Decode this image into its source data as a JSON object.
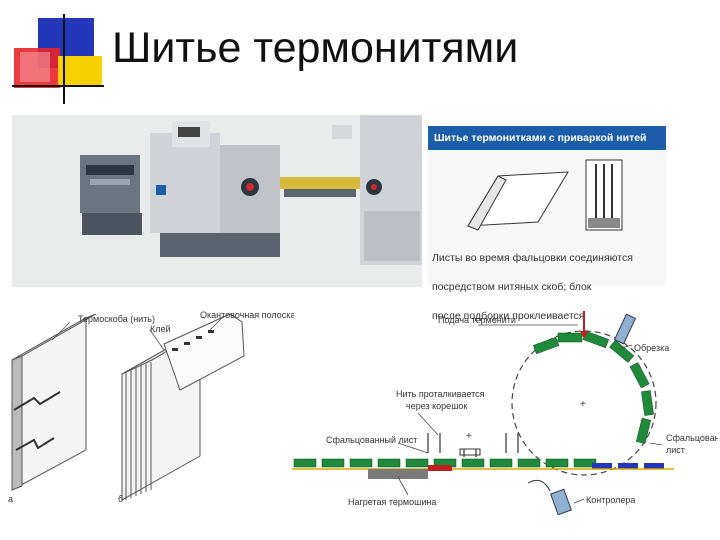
{
  "slide": {
    "title": "Шитье термонитями",
    "logo_colors": {
      "red": "#e8252a",
      "yellow": "#f6d200",
      "blue": "#2238b8"
    }
  },
  "photo": {
    "description_icon": "folding-stitching-machine-photo"
  },
  "info_panel": {
    "header": "Шитье термонитками с приваркой нитей",
    "caption_lines": [
      "Листы во время фальцовки соединяются",
      "посредством нитяных скоб; блок",
      "после подборки проклеивается"
    ]
  },
  "diagram_a": {
    "labels": {
      "thermo_staple": "Термоскоба (нить)",
      "glue": "Клей",
      "edging_strip": "Окантовочная полоска",
      "a": "а",
      "b": "б"
    }
  },
  "diagram_b": {
    "labels": {
      "thread_feed": "Подача термонити",
      "trim": "Обрезка",
      "pushed_through": "Нить проталкивается\nчерез корешок",
      "folded_sheet_left": "Сфальцованный лист",
      "folded_sheet_right": "Сфальцованный\nлист",
      "heated_bar": "Нагретая термошина",
      "control": "Контролера",
      "plus": "+"
    }
  }
}
